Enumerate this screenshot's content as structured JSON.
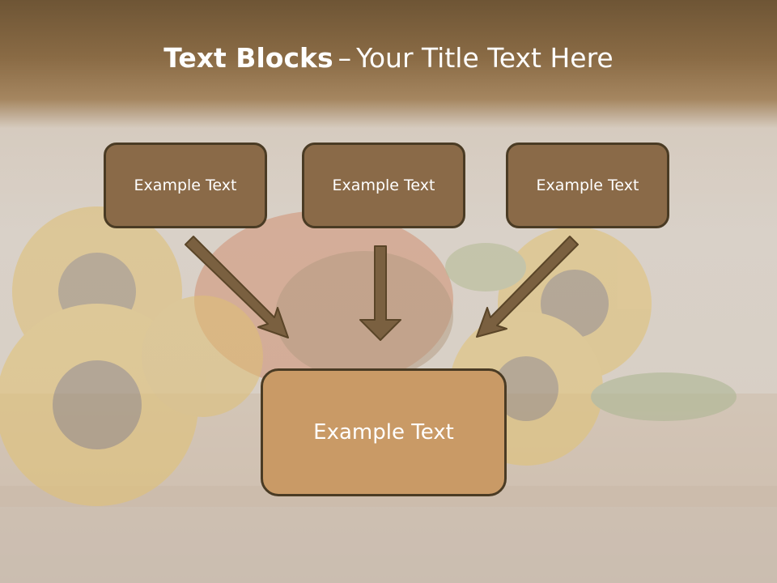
{
  "title": {
    "bold": "Text Blocks",
    "separator": "–",
    "rest": "Your Title Text Here"
  },
  "blocks": [
    {
      "label": "Example Text"
    },
    {
      "label": "Example Text"
    },
    {
      "label": "Example Text"
    }
  ],
  "result": {
    "label": "Example Text"
  },
  "colors": {
    "header": "#7d6140",
    "box_top": "#8a6a48",
    "box_bottom": "#c99a66",
    "border": "#4a3b24",
    "arrow": "#7a6040"
  }
}
